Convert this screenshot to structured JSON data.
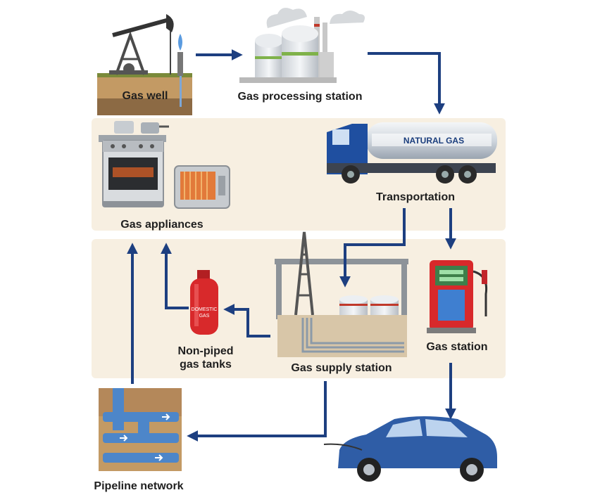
{
  "labels": {
    "gas_well": "Gas well",
    "gas_processing_station": "Gas processing station",
    "transportation": "Transportation",
    "gas_appliances": "Gas appliances",
    "non_piped_line1": "Non-piped",
    "non_piped_line2": "gas tanks",
    "gas_supply_station": "Gas supply station",
    "gas_station": "Gas station",
    "pipeline_network": "Pipeline network"
  },
  "truck_tank_text": "NATURAL GAS",
  "cylinder_text_line1": "DOMESTIC",
  "cylinder_text_line2": "GAS",
  "colors": {
    "arrow": "#1d3f80",
    "band": "#f7efe1",
    "truck_cab": "#1f4fa0",
    "cylinder": "#d8292b",
    "pump": "#d8292b",
    "car": "#2f5da6",
    "pipe": "#4d86c9"
  },
  "icons": [
    "oil-pump-icon",
    "factory-icon",
    "tanker-truck-icon",
    "stove-icon",
    "heater-icon",
    "gas-cylinder-icon",
    "supply-rig-icon",
    "fuel-pump-icon",
    "car-icon",
    "pipeline-icon"
  ]
}
